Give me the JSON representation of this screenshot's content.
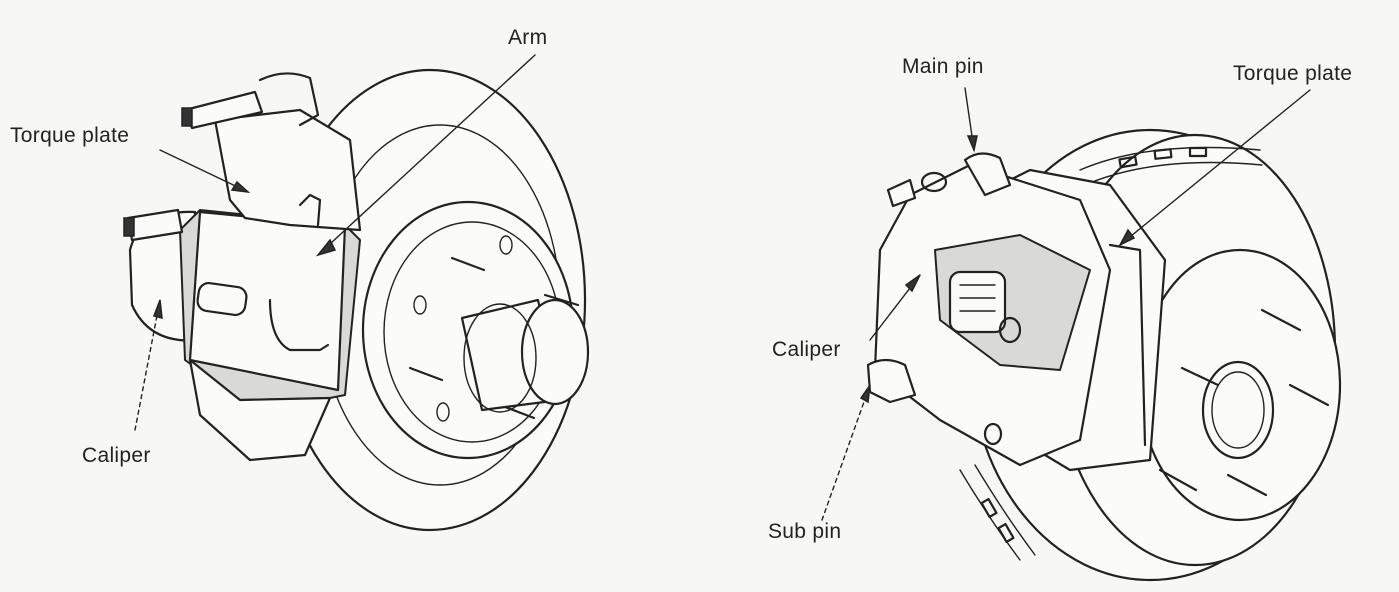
{
  "left_figure": {
    "labels": {
      "arm": "Arm",
      "torque_plate": "Torque plate",
      "caliper": "Caliper"
    }
  },
  "right_figure": {
    "labels": {
      "main_pin": "Main pin",
      "torque_plate": "Torque plate",
      "caliper": "Caliper",
      "sub_pin": "Sub pin"
    }
  },
  "colors": {
    "line": "#222222",
    "paper": "#f7f7f5"
  }
}
